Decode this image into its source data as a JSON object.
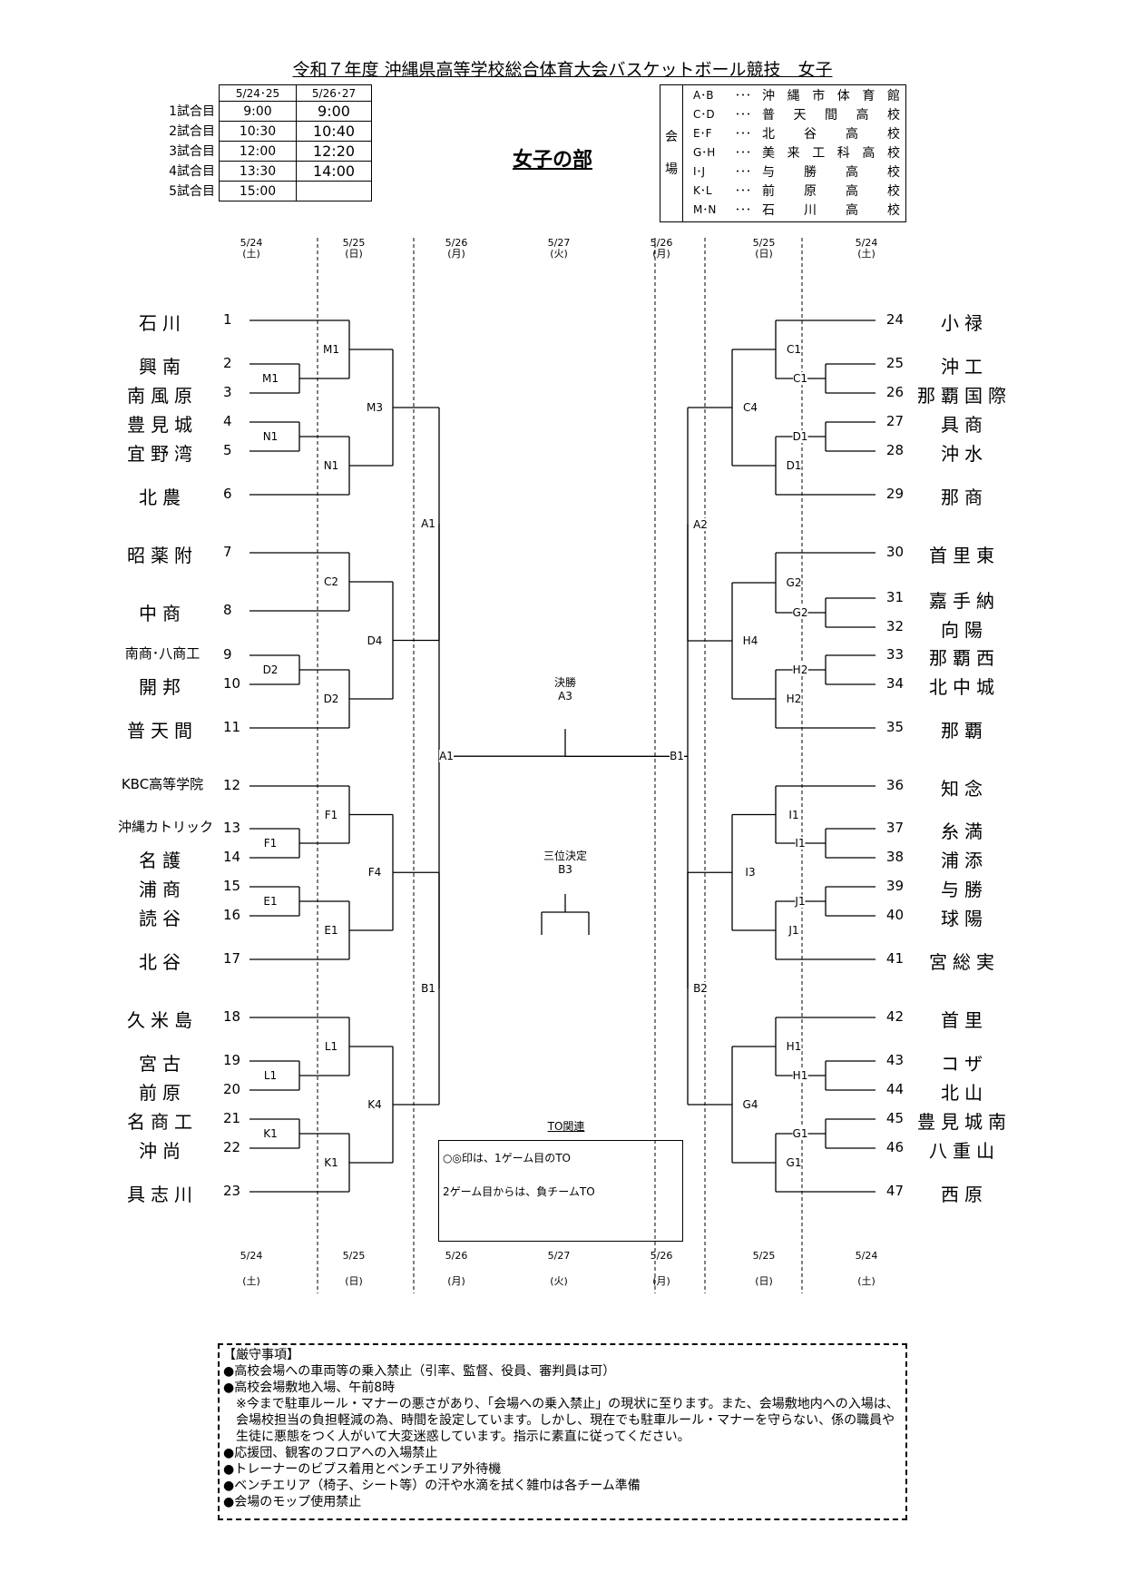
{
  "title": "令和７年度 沖縄県高等学校総合体育大会バスケットボール競技　女子",
  "section_title": "女子の部",
  "schedule": {
    "col_headers": [
      "5/24･25",
      "5/26･27"
    ],
    "rows": [
      {
        "label": "1試合目",
        "a": "9:00",
        "b": "9:00"
      },
      {
        "label": "2試合目",
        "a": "10:30",
        "b": "10:40"
      },
      {
        "label": "3試合目",
        "a": "12:00",
        "b": "12:20"
      },
      {
        "label": "4試合目",
        "a": "13:30",
        "b": "14:00"
      },
      {
        "label": "5試合目",
        "a": "15:00",
        "b": ""
      }
    ]
  },
  "venues": {
    "header": "会場",
    "dots": "･･･",
    "list": [
      {
        "code": "A･B",
        "name": "沖縄市体育館"
      },
      {
        "code": "C･D",
        "name": "普天間高校"
      },
      {
        "code": "E･F",
        "name": "北谷高校"
      },
      {
        "code": "G･H",
        "name": "美来工科高校"
      },
      {
        "code": "I･J",
        "name": "与勝高校"
      },
      {
        "code": "K･L",
        "name": "前原高校"
      },
      {
        "code": "M･N",
        "name": "石川高校"
      }
    ]
  },
  "dates_top": [
    {
      "date": "5/24",
      "day": "(土)"
    },
    {
      "date": "5/25",
      "day": "(日)"
    },
    {
      "date": "5/26",
      "day": "(月)"
    },
    {
      "date": "5/27",
      "day": "(火)"
    },
    {
      "date": "5/26",
      "day": "(月)"
    },
    {
      "date": "5/25",
      "day": "(日)"
    },
    {
      "date": "5/24",
      "day": "(土)"
    }
  ],
  "left_teams": [
    {
      "seed": "1",
      "name": "石川"
    },
    {
      "seed": "2",
      "name": "興南"
    },
    {
      "seed": "3",
      "name": "南風原"
    },
    {
      "seed": "4",
      "name": "豊見城"
    },
    {
      "seed": "5",
      "name": "宜野湾"
    },
    {
      "seed": "6",
      "name": "北農"
    },
    {
      "seed": "7",
      "name": "昭薬附"
    },
    {
      "seed": "8",
      "name": "中商"
    },
    {
      "seed": "9",
      "name": "南商･八商工"
    },
    {
      "seed": "10",
      "name": "開邦"
    },
    {
      "seed": "11",
      "name": "普天間"
    },
    {
      "seed": "12",
      "name": "KBC高等学院"
    },
    {
      "seed": "13",
      "name": "沖縄カトリック"
    },
    {
      "seed": "14",
      "name": "名護"
    },
    {
      "seed": "15",
      "name": "浦商"
    },
    {
      "seed": "16",
      "name": "読谷"
    },
    {
      "seed": "17",
      "name": "北谷"
    },
    {
      "seed": "18",
      "name": "久米島"
    },
    {
      "seed": "19",
      "name": "宮古"
    },
    {
      "seed": "20",
      "name": "前原"
    },
    {
      "seed": "21",
      "name": "名商工"
    },
    {
      "seed": "22",
      "name": "沖尚"
    },
    {
      "seed": "23",
      "name": "具志川"
    }
  ],
  "right_teams": [
    {
      "seed": "24",
      "name": "小禄"
    },
    {
      "seed": "25",
      "name": "沖工"
    },
    {
      "seed": "26",
      "name": "那覇国際"
    },
    {
      "seed": "27",
      "name": "具商"
    },
    {
      "seed": "28",
      "name": "沖水"
    },
    {
      "seed": "29",
      "name": "那商"
    },
    {
      "seed": "30",
      "name": "首里東"
    },
    {
      "seed": "31",
      "name": "嘉手納"
    },
    {
      "seed": "32",
      "name": "向陽"
    },
    {
      "seed": "33",
      "name": "那覇西"
    },
    {
      "seed": "34",
      "name": "北中城"
    },
    {
      "seed": "35",
      "name": "那覇"
    },
    {
      "seed": "36",
      "name": "知念"
    },
    {
      "seed": "37",
      "name": "糸満"
    },
    {
      "seed": "38",
      "name": "浦添"
    },
    {
      "seed": "39",
      "name": "与勝"
    },
    {
      "seed": "40",
      "name": "球陽"
    },
    {
      "seed": "41",
      "name": "宮総実"
    },
    {
      "seed": "42",
      "name": "首里"
    },
    {
      "seed": "43",
      "name": "コザ"
    },
    {
      "seed": "44",
      "name": "北山"
    },
    {
      "seed": "45",
      "name": "豊見城南"
    },
    {
      "seed": "46",
      "name": "八重山"
    },
    {
      "seed": "47",
      "name": "西原"
    }
  ],
  "left_matches": {
    "r1": [
      "M1",
      "N1",
      "D2",
      "F1",
      "E1",
      "L1",
      "K1"
    ],
    "r2": [
      "M1",
      "N1",
      "C2",
      "D2",
      "F1",
      "E1",
      "L1",
      "K1"
    ],
    "r3": [
      "M3",
      "D4",
      "F4",
      "K4"
    ],
    "r4": [
      "A1",
      "B1"
    ],
    "sf": "A1"
  },
  "right_matches": {
    "r1": [
      "C1",
      "D1",
      "G2",
      "H2",
      "I1",
      "J1",
      "H1",
      "G1"
    ],
    "r2": [
      "C1",
      "D1",
      "G2",
      "H2",
      "I1",
      "J1",
      "H1",
      "G1"
    ],
    "r3": [
      "C4",
      "H4",
      "I3",
      "G4"
    ],
    "r4": [
      "A2",
      "B2"
    ],
    "sf": "B1"
  },
  "final": {
    "label": "決勝",
    "code": "A3"
  },
  "third": {
    "label": "三位決定",
    "code": "B3"
  },
  "to": {
    "title": "TO関連",
    "line1": "○◎印は、1ゲーム目のTO",
    "line2": "2ゲーム目からは、負チームTO"
  },
  "dates_bottom": [
    {
      "date": "5/24",
      "day": "(土)"
    },
    {
      "date": "5/25",
      "day": "(日)"
    },
    {
      "date": "5/26",
      "day": "(月)"
    },
    {
      "date": "5/27",
      "day": "(火)"
    },
    {
      "date": "5/26",
      "day": "(月)"
    },
    {
      "date": "5/25",
      "day": "(日)"
    },
    {
      "date": "5/24",
      "day": "(土)"
    }
  ],
  "rules": {
    "header": "【厳守事項】",
    "lines": [
      "●高校会場への車両等の乗入禁止（引率、監督、役員、審判員は可）",
      "●高校会場敷地入場、午前8時",
      "※今まで駐車ルール・マナーの悪さがあり、「会場への乗入禁止」の現状に至ります。また、会場敷地内への入場は、会場校担当の負担軽減の為、時間を設定しています。しかし、現在でも駐車ルール・マナーを守らない、係の職員や生徒に悪態をつく人がいて大変迷惑しています。指示に素直に従ってください。",
      "●応援団、観客のフロアへの入場禁止",
      "●トレーナーのビブス着用とベンチエリア外待機",
      "●ベンチエリア（椅子、シート等）の汗や水滴を拭く雑巾は各チーム準備",
      "●会場のモップ使用禁止"
    ]
  }
}
